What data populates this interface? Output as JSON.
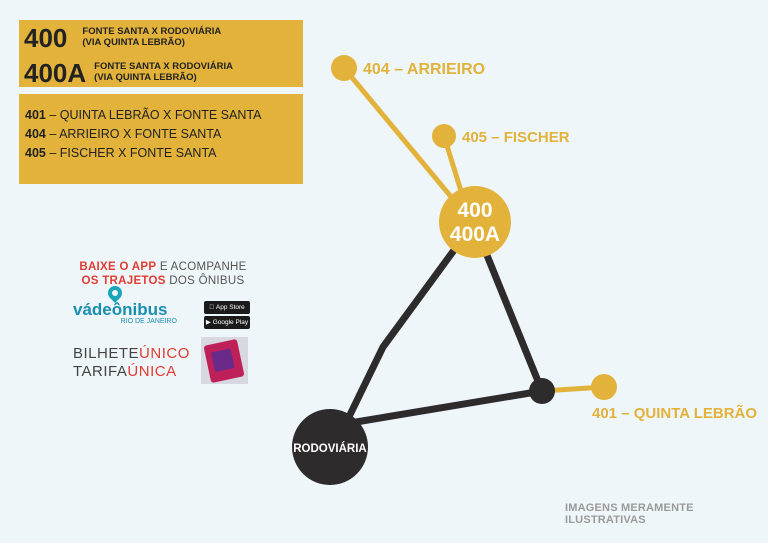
{
  "legend_top": {
    "routes": [
      {
        "number": "400",
        "desc_line1": "FONTE SANTA X RODOVIÁRIA",
        "desc_line2": "(VIA QUINTA LEBRÃO)"
      },
      {
        "number": "400A",
        "desc_line1": "FONTE SANTA X RODOVIÁRIA",
        "desc_line2": "(VIA QUINTA LEBRÃO)"
      }
    ]
  },
  "legend_bottom": {
    "lines": [
      {
        "number": "401",
        "desc": " – QUINTA LEBRÃO X FONTE SANTA"
      },
      {
        "number": "404",
        "desc": " – ARRIEIRO X FONTE SANTA"
      },
      {
        "number": "405",
        "desc": " – FISCHER X FONTE SANTA"
      }
    ]
  },
  "promo": {
    "line1_red": "BAIXE O APP",
    "line1_rest": " E ACOMPANHE",
    "line2_red": "OS TRAJETOS",
    "line2_rest": " DOS ÔNIBUS",
    "app_name": "vádeônibus",
    "app_sub": "RIO DE JANEIRO",
    "app_store": "App Store",
    "google_play": "Google Play",
    "bilhete_gray": "BILHETE",
    "bilhete_red": "ÚNICO",
    "tarifa_gray": "TARIFA",
    "tarifa_red": "ÚNICA"
  },
  "map": {
    "hub_label_1": "400",
    "hub_label_2": "400A",
    "rodoviaria_label": "RODOVIÁRIA",
    "stop_404": "404 – ARRIEIRO",
    "stop_405": "405 – FISCHER",
    "stop_401": "401 – QUINTA LEBRÃO",
    "colors": {
      "route_yellow": "#e2b23a",
      "route_dark": "#2e2b2d"
    }
  },
  "disclaimer": "IMAGENS MERAMENTE ILUSTRATIVAS"
}
